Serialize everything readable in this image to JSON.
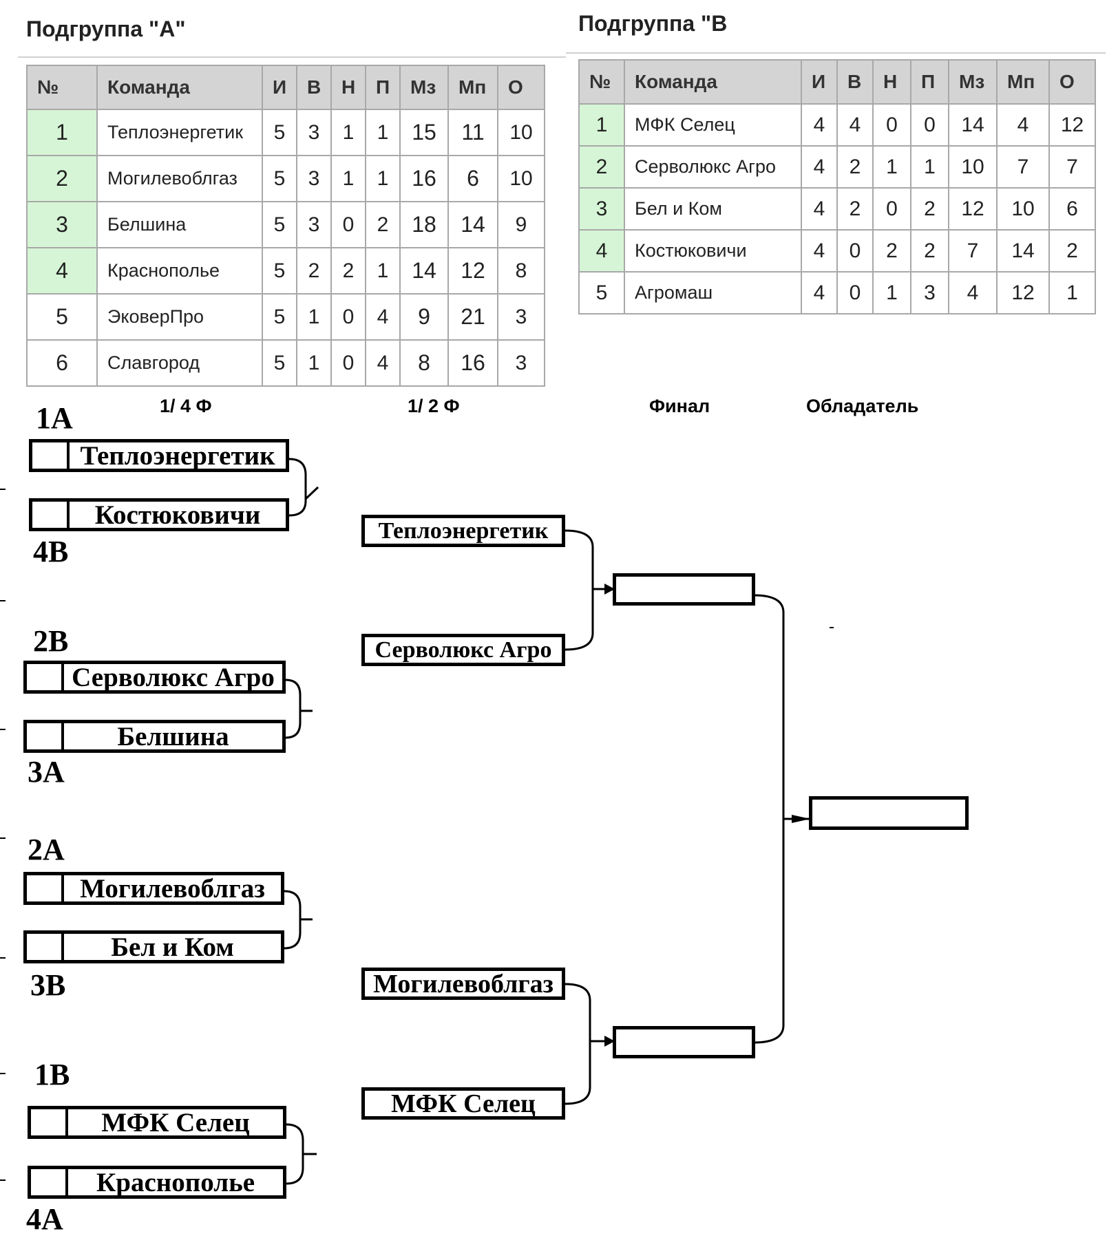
{
  "groupA": {
    "title": "Подгруппа \"А\"",
    "headers": [
      "№",
      "Команда",
      "И",
      "В",
      "Н",
      "П",
      "Мз",
      "Мп",
      "О"
    ],
    "rows": [
      [
        "1",
        "Теплоэнергетик",
        "5",
        "3",
        "1",
        "1",
        "15",
        "11",
        "10"
      ],
      [
        "2",
        "Могилевоблгаз",
        "5",
        "3",
        "1",
        "1",
        "16",
        "6",
        "10"
      ],
      [
        "3",
        "Белшина",
        "5",
        "3",
        "0",
        "2",
        "18",
        "14",
        "9"
      ],
      [
        "4",
        "Краснополье",
        "5",
        "2",
        "2",
        "1",
        "14",
        "12",
        "8"
      ],
      [
        "5",
        "ЭковерПро",
        "5",
        "1",
        "0",
        "4",
        "9",
        "21",
        "3"
      ],
      [
        "6",
        "Славгород",
        "5",
        "1",
        "0",
        "4",
        "8",
        "16",
        "3"
      ]
    ]
  },
  "groupB": {
    "title": "Подгруппа \"В",
    "headers": [
      "№",
      "Команда",
      "И",
      "В",
      "Н",
      "П",
      "Мз",
      "Мп",
      "О"
    ],
    "rows": [
      [
        "1",
        "МФК Селец",
        "4",
        "4",
        "0",
        "0",
        "14",
        "4",
        "12"
      ],
      [
        "2",
        "Серволюкс Агро",
        "4",
        "2",
        "1",
        "1",
        "10",
        "7",
        "7"
      ],
      [
        "3",
        "Бел и Ком",
        "4",
        "2",
        "0",
        "2",
        "12",
        "10",
        "6"
      ],
      [
        "4",
        "Костюковичи",
        "4",
        "0",
        "2",
        "2",
        "7",
        "14",
        "2"
      ],
      [
        "5",
        "Агромаш",
        "4",
        "0",
        "1",
        "3",
        "4",
        "12",
        "1"
      ]
    ]
  },
  "qualified_rows": 4,
  "rounds": {
    "quarter": "1/ 4 Ф",
    "semi": "1/ 2 Ф",
    "final": "Финал",
    "winner": "Обладатель"
  },
  "quarterfinals": [
    {
      "seed_top": "1А",
      "team_top": "Теплоэнергетик",
      "team_bottom": "Костюковичи",
      "seed_bottom": "4В"
    },
    {
      "seed_top": "2В",
      "team_top": "Серволюкс Агро",
      "team_bottom": "Белшина",
      "seed_bottom": "3А"
    },
    {
      "seed_top": "2А",
      "team_top": "Могилевоблгаз",
      "team_bottom": "Бел и Ком",
      "seed_bottom": "3В"
    },
    {
      "seed_top": "1В",
      "team_top": "МФК Селец",
      "team_bottom": "Краснополье",
      "seed_bottom": "4А"
    }
  ],
  "semifinals": [
    "Теплоэнергетик",
    "Серволюкс Агро",
    "Могилевоблгаз",
    "МФК Селец"
  ]
}
